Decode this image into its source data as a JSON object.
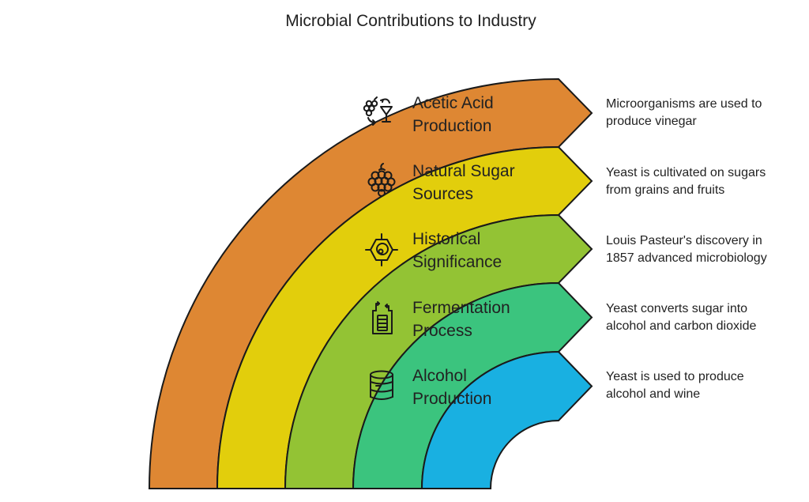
{
  "title": "Microbial Contributions to Industry",
  "bands": [
    {
      "label_line1": "Acetic Acid",
      "label_line2": "Production",
      "description_line1": "Microorganisms are used to",
      "description_line2": "produce vinegar",
      "icon": "grapes-cocktail-icon",
      "color": "#DE8733"
    },
    {
      "label_line1": "Natural Sugar",
      "label_line2": "Sources",
      "description_line1": "Yeast is cultivated on sugars",
      "description_line2": "from grains and fruits",
      "icon": "berry-icon",
      "color": "#E2CE0C"
    },
    {
      "label_line1": "Historical",
      "label_line2": "Significance",
      "description_line1": "Louis Pasteur's discovery in",
      "description_line2": "1857 advanced microbiology",
      "icon": "cell-molecule-icon",
      "color": "#93C334"
    },
    {
      "label_line1": "Fermentation",
      "label_line2": "Process",
      "description_line1": "Yeast converts sugar into",
      "description_line2": "alcohol and carbon dioxide",
      "icon": "fermentation-tank-icon",
      "color": "#3BC47E"
    },
    {
      "label_line1": "Alcohol",
      "label_line2": "Production",
      "description_line1": "Yeast is used to produce",
      "description_line2": "alcohol and wine",
      "icon": "barrel-icon",
      "color": "#19B0E1"
    }
  ]
}
